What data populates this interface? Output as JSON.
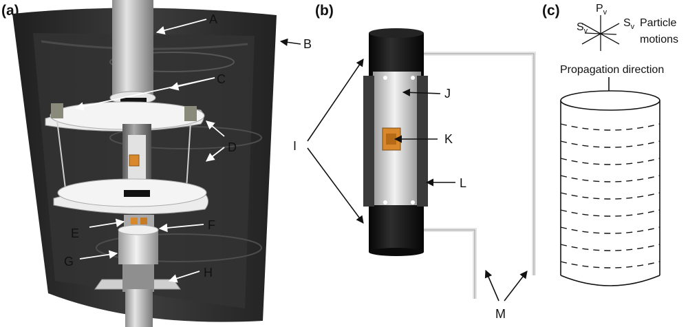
{
  "panels": {
    "a": "(a)",
    "b": "(b)",
    "c": "(c)"
  },
  "callouts": {
    "A": "A",
    "B": "B",
    "C": "C",
    "D": "D",
    "E": "E",
    "F": "F",
    "G": "G",
    "H": "H",
    "I": "I",
    "J": "J",
    "K": "K",
    "L": "L",
    "M": "M"
  },
  "motion": {
    "p": "P",
    "p_sub": "v",
    "s_left": "S",
    "s_left_sub": "v",
    "s_right": "S",
    "s_right_sub": "v",
    "label_line1": "Particle",
    "label_line2": "motions"
  },
  "propagation_label": "Propagation direction",
  "colors": {
    "housing": "#2b2b2b",
    "housing_inner": "#3c3c3c",
    "rod": "#bdbdbd",
    "plate": "#e9e9e9",
    "sleeve_black": "#121212",
    "sleeve_silver": "#c8c8c8",
    "sample_gold": "#d9892b"
  }
}
